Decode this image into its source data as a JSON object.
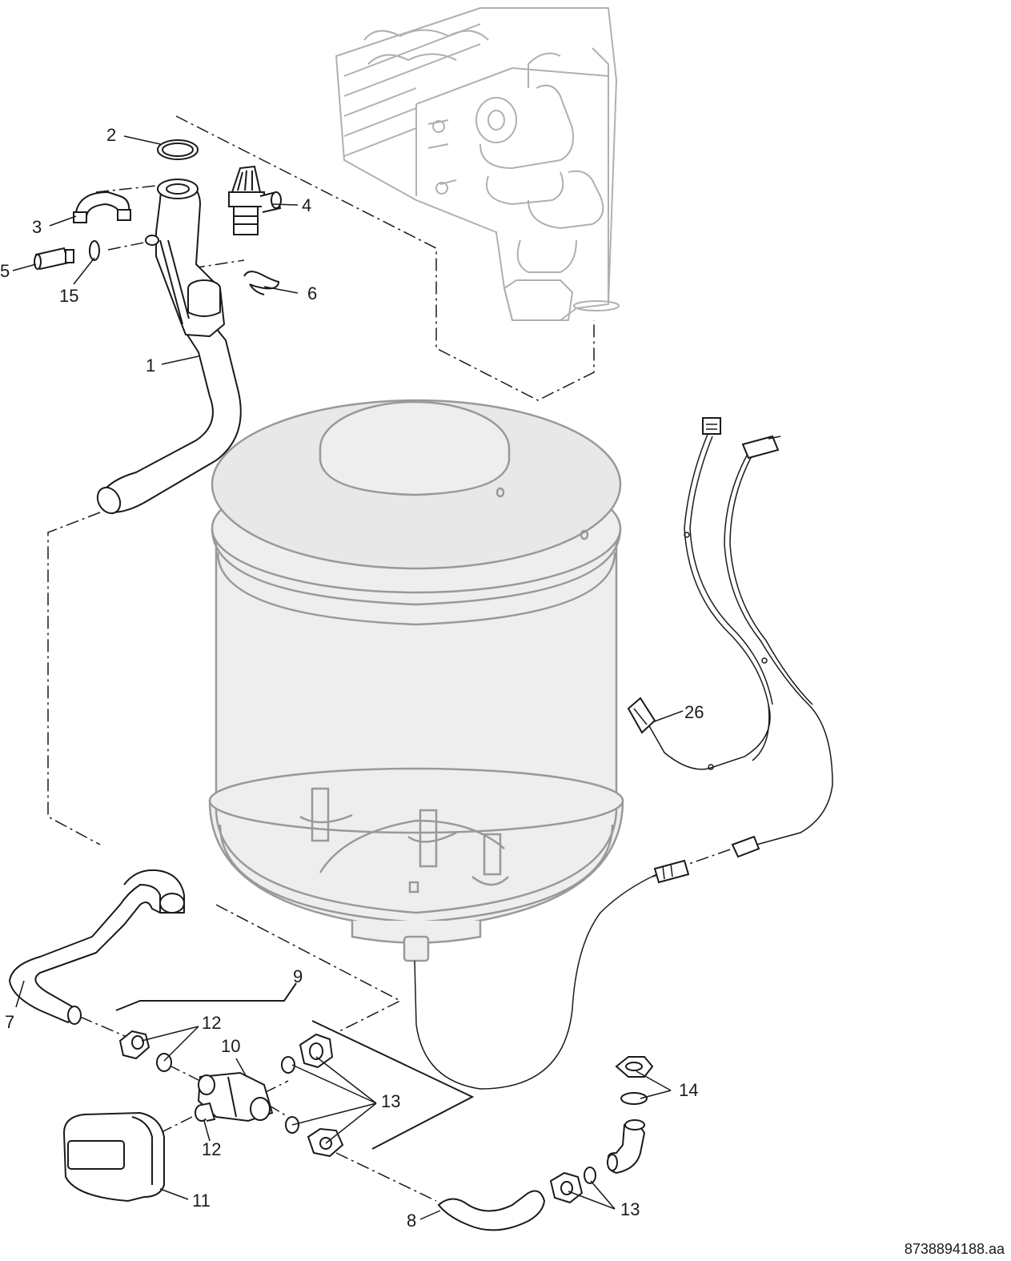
{
  "callouts": {
    "c1": "1",
    "c2": "2",
    "c3": "3",
    "c4": "4",
    "c5": "5",
    "c6": "6",
    "c7": "7",
    "c8": "8",
    "c9": "9",
    "c10": "10",
    "c11": "11",
    "c12a": "12",
    "c12b": "12",
    "c13a": "13",
    "c13b": "13",
    "c14": "14",
    "c15": "15",
    "c26": "26"
  },
  "document_ref": "8738894188.aa",
  "colors": {
    "line": "#1a1a1a",
    "ghost": "#b0b0b0",
    "tank_fill": "#eeeeee"
  }
}
